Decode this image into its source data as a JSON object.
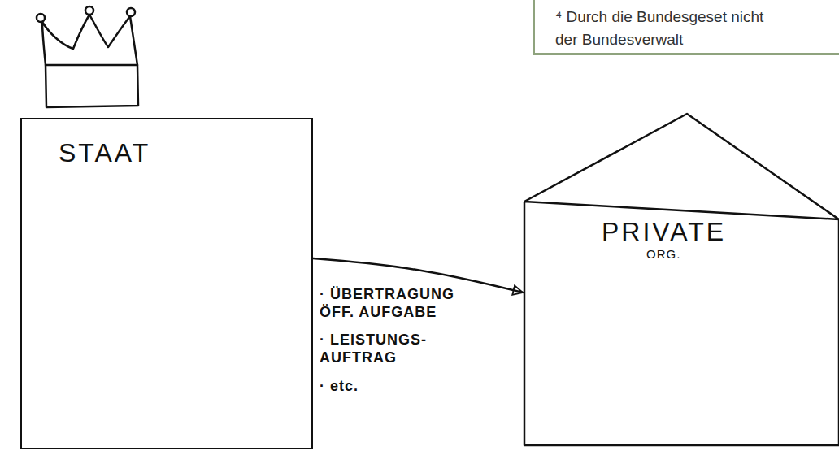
{
  "diagram": {
    "nodes": [
      {
        "text": [
          "STAAT"
        ]
      },
      {
        "text": [
          "PRIVATE",
          "ORG."
        ]
      },
      {
        "text": [
          "⁴ Durch die Bundesgeset nicht der Bundesverwalt"
        ]
      }
    ],
    "edges": [
      {
        "from": 0,
        "to": 1,
        "arrow": "to"
      }
    ],
    "labels": [
      "· ÜBERTRAGUNG ÖFF. AUFGABE",
      "· LEISTUNGS- AUFTRAG",
      "· etc."
    ]
  }
}
